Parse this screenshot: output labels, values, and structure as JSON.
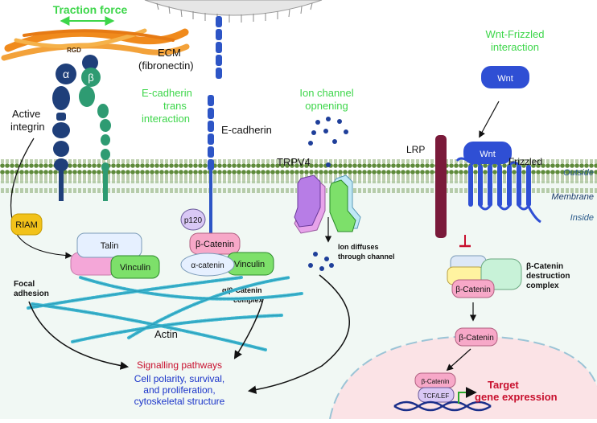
{
  "colors": {
    "green_title": "#3dd64a",
    "red_text": "#c8102e",
    "blue_text": "#1a33c9",
    "integrin_alpha": "#1f3f7a",
    "integrin_beta": "#2e9b72",
    "cadherin": "#2d55c6",
    "wnt": "#2f4fd4",
    "lrp": "#7a1a3a",
    "membrane": "#5e8a3a",
    "actin": "#3fb7d0"
  },
  "icons": [
    "ecm-fiber-icon",
    "integrin-icon",
    "e-cadherin-icon",
    "trpv4-channel-icon",
    "frizzled-receptor-icon",
    "actin-filament-icon",
    "dna-icon",
    "inhibition-icon"
  ],
  "labels": {
    "traction_force": "Traction force",
    "rgd": "RGD",
    "ecm_line1": "ECM",
    "ecm_line2": "(fibronectin)",
    "alpha": "α",
    "beta": "β",
    "active_integrin_1": "Active",
    "active_integrin_2": "integrin",
    "ecad_trans_1": "E-cadherin",
    "ecad_trans_2": "trans",
    "ecad_trans_3": "interaction",
    "ecadherin": "E-cadherin",
    "ion_channel_1": "Ion channel",
    "ion_channel_2": "opnening",
    "trpv4": "TRPV4",
    "ion_diffuse_1": "Ion diffuses",
    "ion_diffuse_2": "through channel",
    "wnt_frizzled_1": "Wnt-Frizzled",
    "wnt_frizzled_2": "interaction",
    "wnt": "Wnt",
    "wnt_bound": "Wnt",
    "lrp": "LRP",
    "frizzled": "Frizzled",
    "outside": "Outside",
    "membrane": "Membrane",
    "inside": "Inside",
    "riam": "RIAM",
    "talin": "Talin",
    "vinculin_fa": "Vinculin",
    "focal_1": "Focal",
    "focal_2": "adhesion",
    "p120": "p120",
    "beta_catenin_cad": "β-Catenin",
    "alpha_catenin": "α-catenin",
    "vinculin_cad": "Vinculin",
    "complex_1": "α/β-Catenin",
    "complex_2": "complex",
    "actin": "Actin",
    "destruction_1": "β-Catenin",
    "destruction_2": "destruction",
    "destruction_3": "complex",
    "beta_catenin_dc": "β-Catenin",
    "beta_catenin_free": "β-Catenin",
    "beta_catenin_nuc": "β-Catenin",
    "tcf_lef": "TCF/LEF",
    "target_1": "Target",
    "target_2": "gene expression",
    "signalling": "Signalling pathways",
    "outcome_1": "Cell polarity, survival,",
    "outcome_2": "and proliferation,",
    "outcome_3": "cytoskeletal structure"
  }
}
